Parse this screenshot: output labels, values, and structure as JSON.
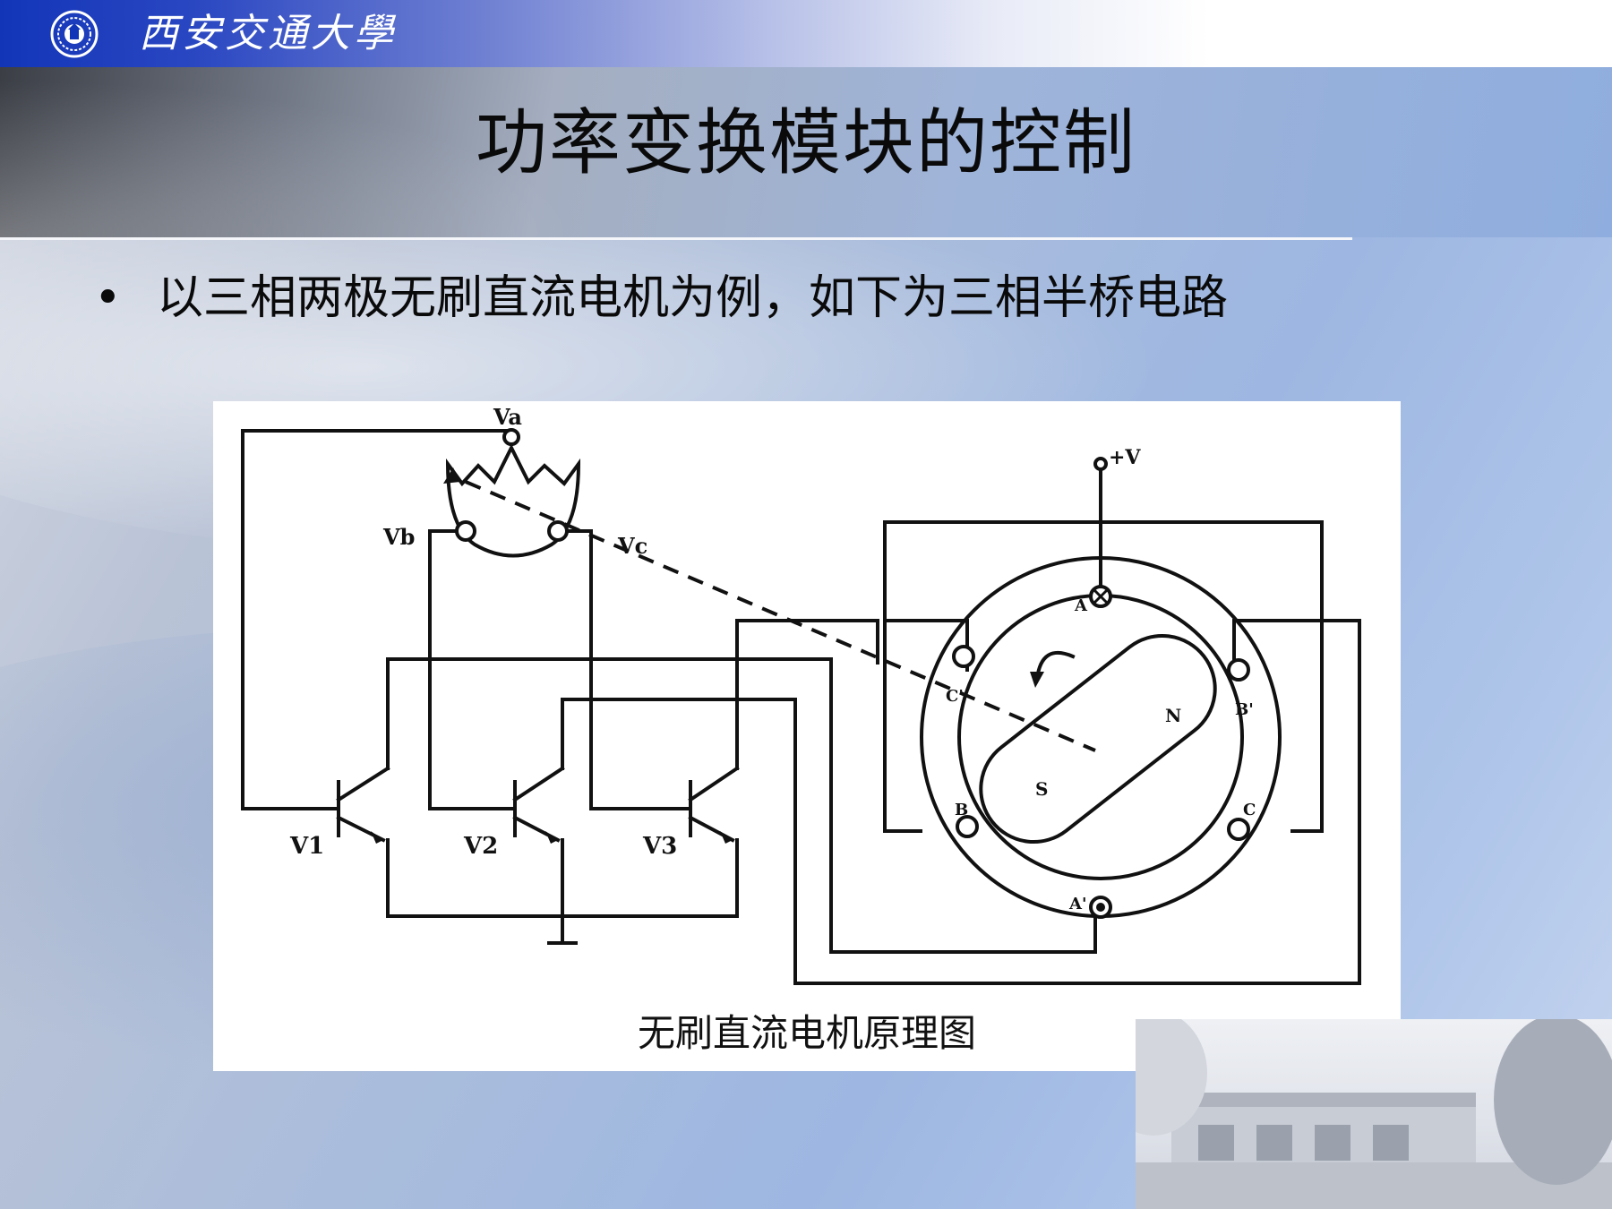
{
  "header": {
    "university_name": "西安交通大學",
    "logo_icon": "university-seal-icon"
  },
  "slide": {
    "title": "功率变换模块的控制",
    "bullet_marker": "•",
    "bullet_text": "以三相两极无刷直流电机为例，如下为三相半桥电路"
  },
  "diagram": {
    "caption": "无刷直流电机原理图",
    "labels": {
      "va": "Va",
      "vb": "Vb",
      "vc": "Vc",
      "supply": "+V",
      "v1": "V1",
      "v2": "V2",
      "v3": "V3",
      "pole_a": "A",
      "pole_a_prime": "A'",
      "pole_b": "B",
      "pole_b_prime": "B'",
      "pole_c": "C",
      "pole_c_prime": "C'",
      "north": "N",
      "south": "S"
    }
  },
  "colors": {
    "header_blue": "#1235b8",
    "title_text": "#0a0a0a"
  }
}
